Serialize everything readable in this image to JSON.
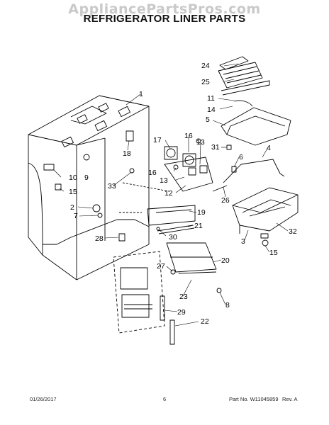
{
  "watermark": "AppliancePartsPros.com",
  "title": "REFRIGERATOR LINER PARTS",
  "callouts": [
    "24",
    "25",
    "11",
    "14",
    "5",
    "1",
    "31",
    "6",
    "4",
    "17",
    "16",
    "13",
    "18",
    "16",
    "13",
    "10",
    "9",
    "33",
    "12",
    "26",
    "15",
    "2",
    "7",
    "19",
    "21",
    "30",
    "32",
    "28",
    "3",
    "15",
    "20",
    "27",
    "8",
    "23",
    "29",
    "22"
  ],
  "footer": {
    "date": "01/26/2017",
    "page": "6",
    "part_no": "Part No. W11045859",
    "rev": "Rev. A"
  }
}
